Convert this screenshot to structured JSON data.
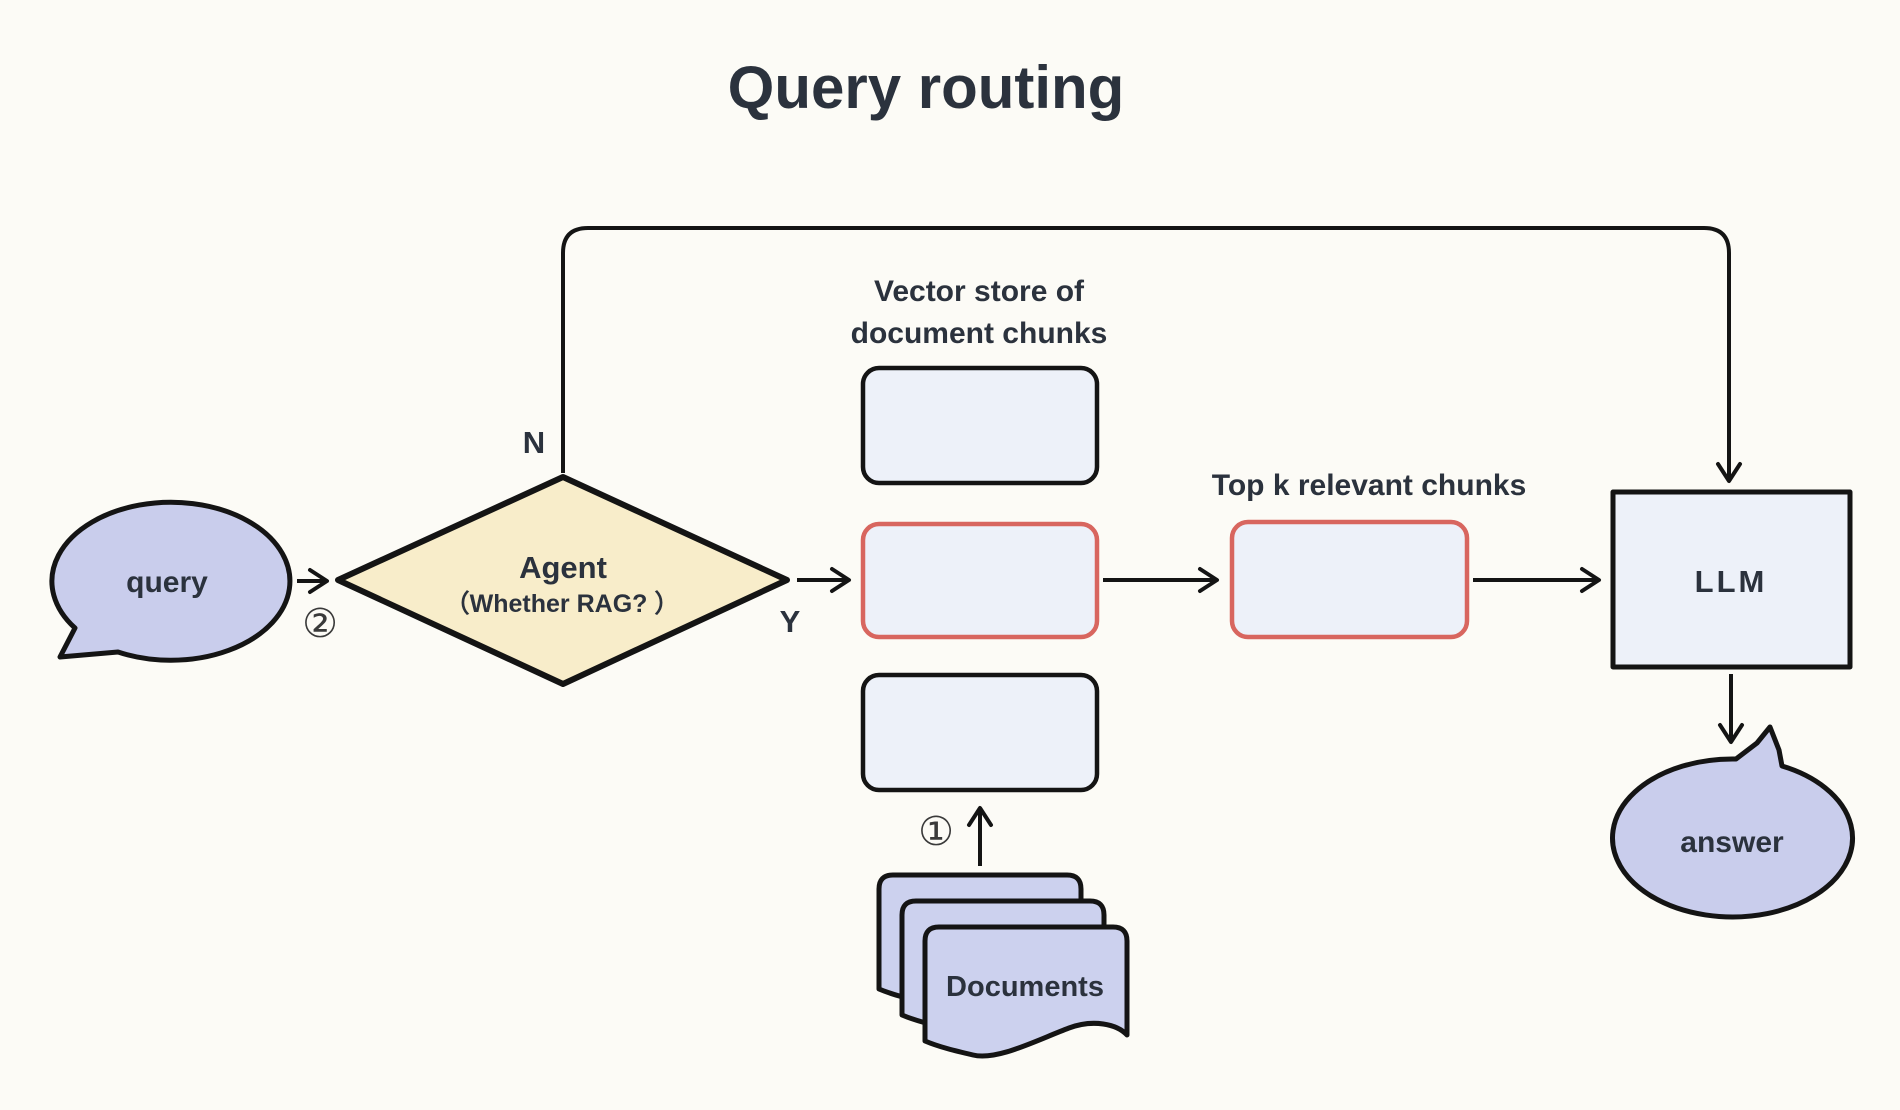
{
  "title": "Query routing",
  "nodes": {
    "query": {
      "label": "query"
    },
    "agent": {
      "label": "Agent",
      "sublabel": "（Whether RAG?  ）"
    },
    "vector_store": {
      "caption_line1": "Vector store of",
      "caption_line2": "document chunks"
    },
    "top_k": {
      "caption": "Top k relevant chunks"
    },
    "llm": {
      "label": "LLM"
    },
    "answer": {
      "label": "answer"
    },
    "documents": {
      "label": "Documents"
    }
  },
  "branch_labels": {
    "no": "N",
    "yes": "Y"
  },
  "step_badges": {
    "step1": "①",
    "step2": "②"
  },
  "colors": {
    "background": "#fcfbf6",
    "bubble_fill": "#c9cdec",
    "diamond_fill": "#f8edca",
    "box_fill": "#edf1f9",
    "document_fill": "#ccd1ee",
    "red_border": "#d8665f",
    "line": "#141414",
    "text": "#2b323d",
    "badge_text": "#3a3a3a"
  }
}
